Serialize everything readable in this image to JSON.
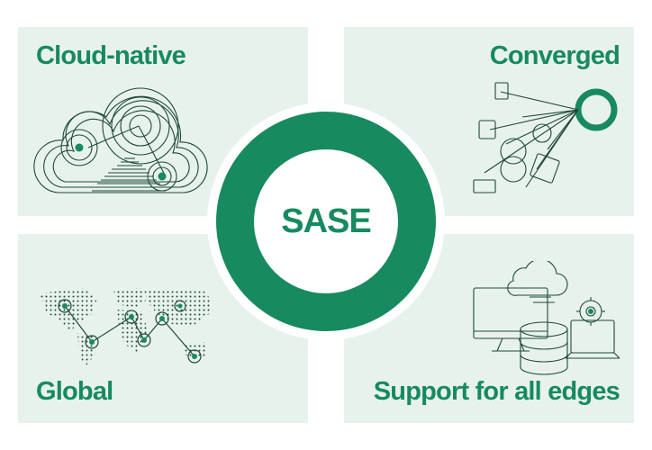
{
  "center": {
    "label": "SASE"
  },
  "panels": {
    "top_left": {
      "label": "Cloud-native",
      "icon": "cloud-icon"
    },
    "top_right": {
      "label": "Converged",
      "icon": "converged-network-icon"
    },
    "bottom_left": {
      "label": "Global",
      "icon": "world-map-icon"
    },
    "bottom_right": {
      "label": "Support for all edges",
      "icon": "devices-icon"
    }
  },
  "colors": {
    "accent": "#178a5f",
    "panel_bg": "#e8f2ed",
    "line": "#1d4a36",
    "background": "#ffffff"
  }
}
